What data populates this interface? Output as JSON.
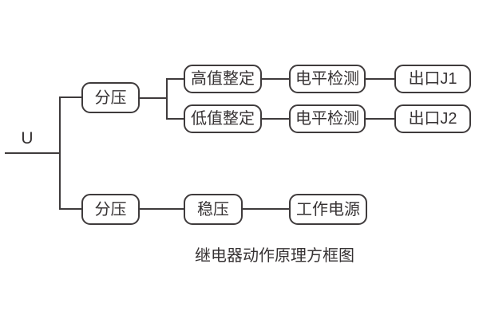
{
  "diagram": {
    "input_label": "U",
    "caption": "继电器动作原理方框图",
    "nodes": {
      "fenya_top": "分压",
      "gaozhi": "高值整定",
      "dianping1": "电平检测",
      "chukou1": "出口J1",
      "dizhi": "低值整定",
      "dianping2": "电平检测",
      "chukou2": "出口J2",
      "fenya_bottom": "分压",
      "wenya": "稳压",
      "gongzuo": "工作电源"
    },
    "colors": {
      "stroke": "#3f3b3c",
      "text": "#363233",
      "background": "#ffffff"
    }
  }
}
